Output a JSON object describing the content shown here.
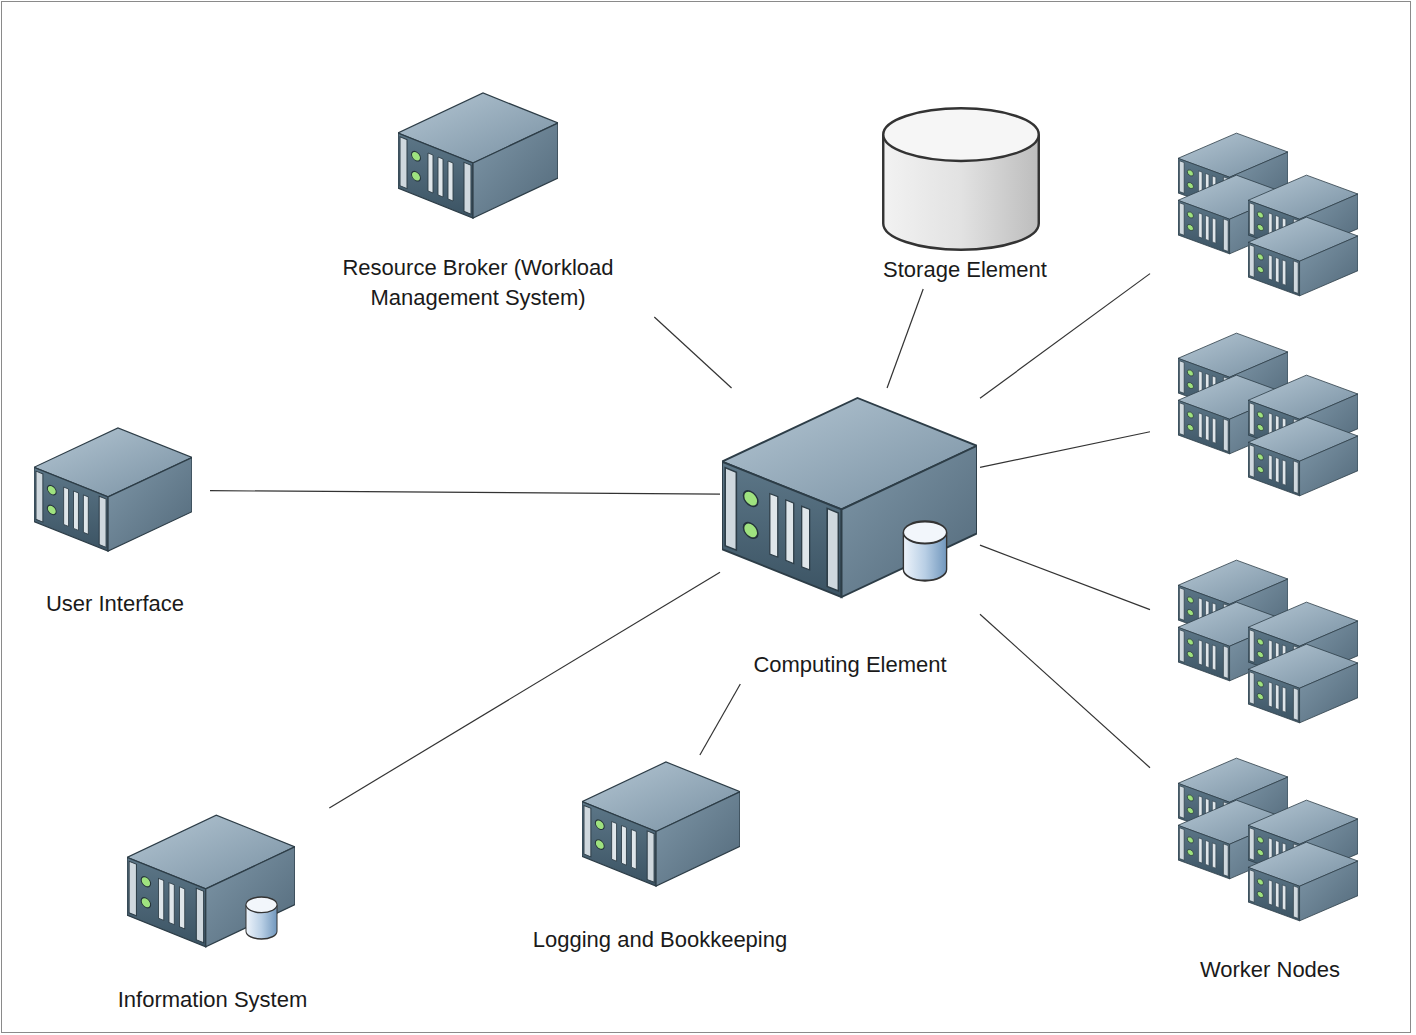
{
  "diagram": {
    "nodes": [
      {
        "text": [
          "Resource Broker (Workload Management System)"
        ]
      },
      {
        "text": [
          "Storage Element"
        ]
      },
      {
        "text": [
          "User Interface"
        ]
      },
      {
        "text": [
          "Computing Element"
        ]
      },
      {
        "text": [
          "Information System"
        ]
      },
      {
        "text": [
          "Logging and Bookkeeping"
        ]
      },
      {
        "text": [
          "Worker Nodes"
        ]
      }
    ],
    "edges": [
      {
        "from": 3,
        "to": 0,
        "arrow": "none"
      },
      {
        "from": 3,
        "to": 1,
        "arrow": "none"
      },
      {
        "from": 3,
        "to": 2,
        "arrow": "none"
      },
      {
        "from": 3,
        "to": 4,
        "arrow": "none"
      },
      {
        "from": 3,
        "to": 5,
        "arrow": "none"
      },
      {
        "from": 3,
        "to": 6,
        "arrow": "none"
      },
      {
        "from": 3,
        "to": 6,
        "arrow": "none"
      },
      {
        "from": 3,
        "to": 6,
        "arrow": "none"
      },
      {
        "from": 3,
        "to": 6,
        "arrow": "none"
      }
    ]
  }
}
